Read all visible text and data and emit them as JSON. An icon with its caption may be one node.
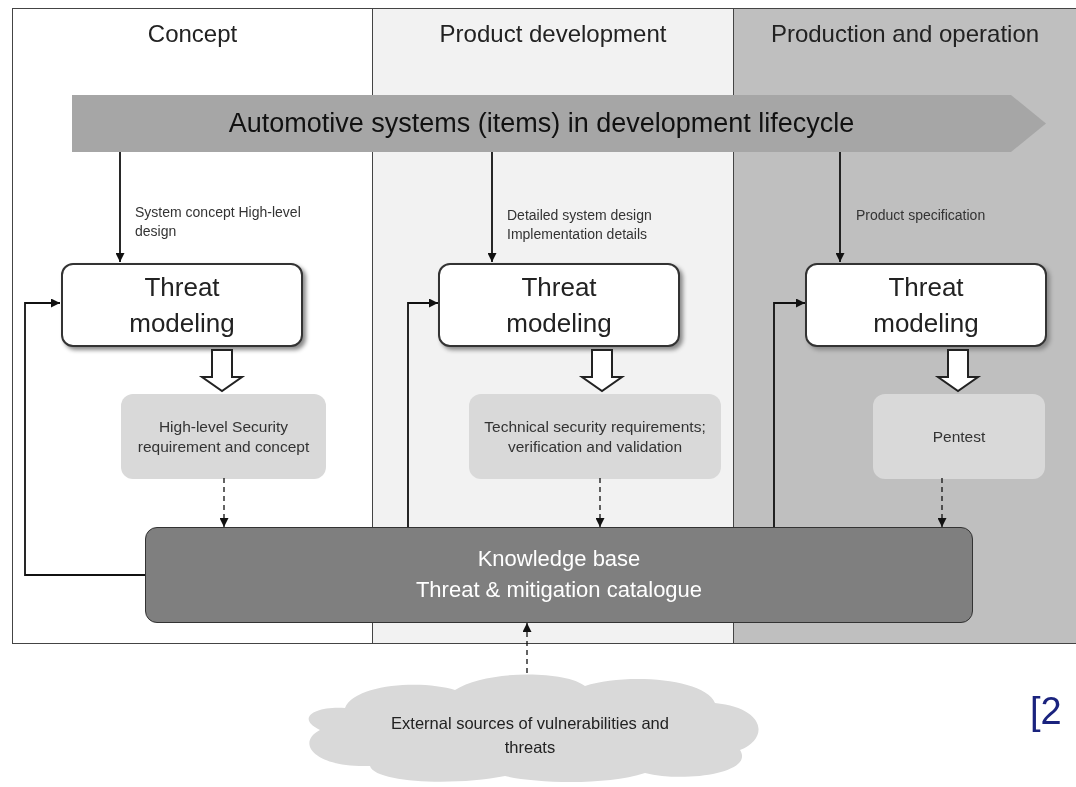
{
  "diagram": {
    "nodes": [
      {
        "text": [
          "Concept"
        ]
      },
      {
        "text": [
          "Product development"
        ]
      },
      {
        "text": [
          "Production and operation"
        ]
      },
      {
        "text": [
          "Automotive systems (items) in development lifecycle"
        ]
      },
      {
        "text": [
          "Threat modeling"
        ],
        "in": 0
      },
      {
        "text": [
          "High-level Security requirement and concept"
        ],
        "in": 0
      },
      {
        "text": [
          "Threat modeling"
        ],
        "in": 1
      },
      {
        "text": [
          "Technical security requirements; verification and validation"
        ],
        "in": 1
      },
      {
        "text": [
          "Threat modeling"
        ],
        "in": 2
      },
      {
        "text": [
          "Pentest"
        ],
        "in": 2
      },
      {
        "text": [
          "Knowledge base",
          "Threat  & mitigation catalogue"
        ]
      },
      {
        "text": [
          "External sources of vulnerabilities and threats"
        ]
      }
    ],
    "edges": [
      {
        "from": 3,
        "to": 4,
        "arrow": "to",
        "label": "System concept High-level design"
      },
      {
        "from": 3,
        "to": 6,
        "arrow": "to",
        "label": "Detailed system design Implementation details"
      },
      {
        "from": 3,
        "to": 8,
        "arrow": "to",
        "label": "Product specification"
      },
      {
        "from": 4,
        "to": 5,
        "arrow": "to",
        "style": "thick"
      },
      {
        "from": 6,
        "to": 7,
        "arrow": "to",
        "style": "thick"
      },
      {
        "from": 8,
        "to": 9,
        "arrow": "to",
        "style": "thick"
      },
      {
        "from": 5,
        "to": 10,
        "arrow": "to",
        "style": "dashed"
      },
      {
        "from": 7,
        "to": 10,
        "arrow": "to",
        "style": "dashed"
      },
      {
        "from": 9,
        "to": 10,
        "arrow": "to",
        "style": "dashed"
      },
      {
        "from": 11,
        "to": 10,
        "arrow": "to",
        "style": "dashed"
      },
      {
        "from": 10,
        "to": 4,
        "arrow": "to"
      },
      {
        "from": 10,
        "to": 6,
        "arrow": "to"
      },
      {
        "from": 10,
        "to": 8,
        "arrow": "to"
      }
    ],
    "labels": [
      "[2"
    ]
  }
}
